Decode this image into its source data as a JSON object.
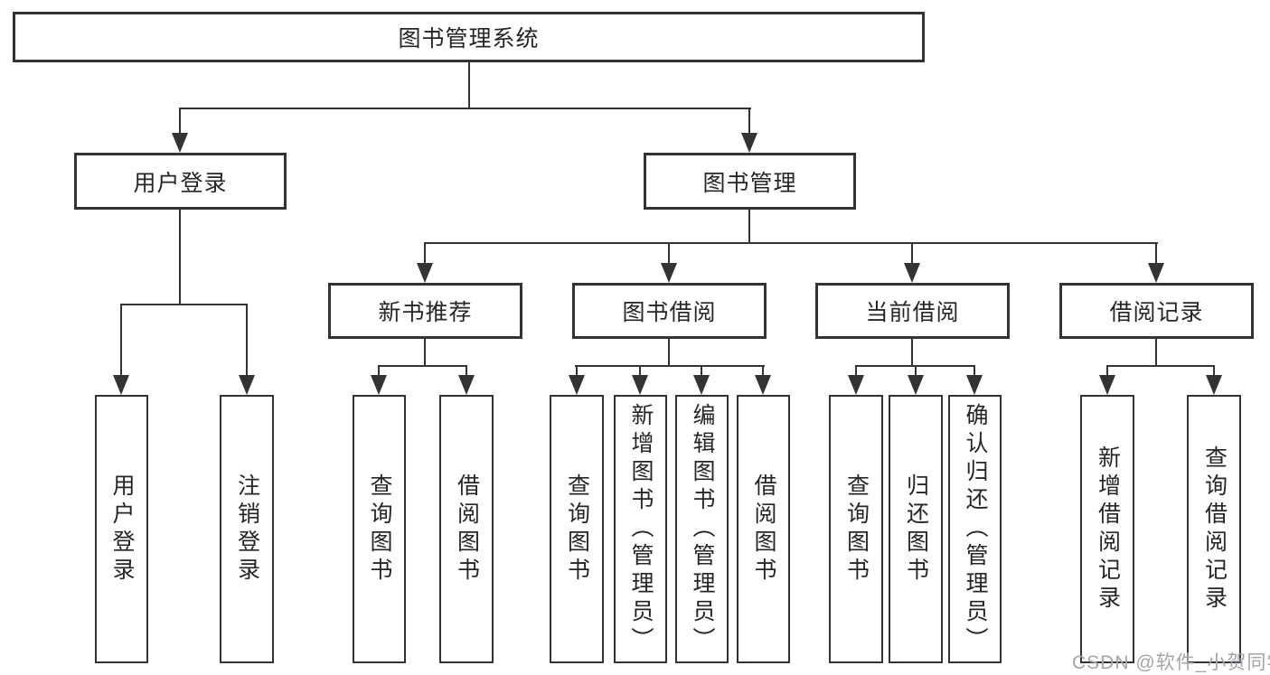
{
  "tree": {
    "root": {
      "label": "图书管理系统",
      "children": [
        {
          "label": "用户登录",
          "children": [
            {
              "label": "用户登录"
            },
            {
              "label": "注销登录"
            }
          ]
        },
        {
          "label": "图书管理",
          "children": [
            {
              "label": "新书推荐",
              "children": [
                {
                  "label": "查询图书"
                },
                {
                  "label": "借阅图书"
                }
              ]
            },
            {
              "label": "图书借阅",
              "children": [
                {
                  "label": "查询图书"
                },
                {
                  "label": "新增图书（管理员）"
                },
                {
                  "label": "编辑图书（管理员）"
                },
                {
                  "label": "借阅图书"
                }
              ]
            },
            {
              "label": "当前借阅",
              "children": [
                {
                  "label": "查询图书"
                },
                {
                  "label": "归还图书"
                },
                {
                  "label": "确认归还（管理员）"
                }
              ]
            },
            {
              "label": "借阅记录",
              "children": [
                {
                  "label": "新增借阅记录"
                },
                {
                  "label": "查询借阅记录"
                }
              ]
            }
          ]
        }
      ]
    }
  },
  "watermark": {
    "text": "CSDN @软件_小贺同学"
  },
  "colors": {
    "line": "#333333",
    "text": "#262626",
    "background": "#ffffff",
    "watermark": "#a2a6aa"
  }
}
